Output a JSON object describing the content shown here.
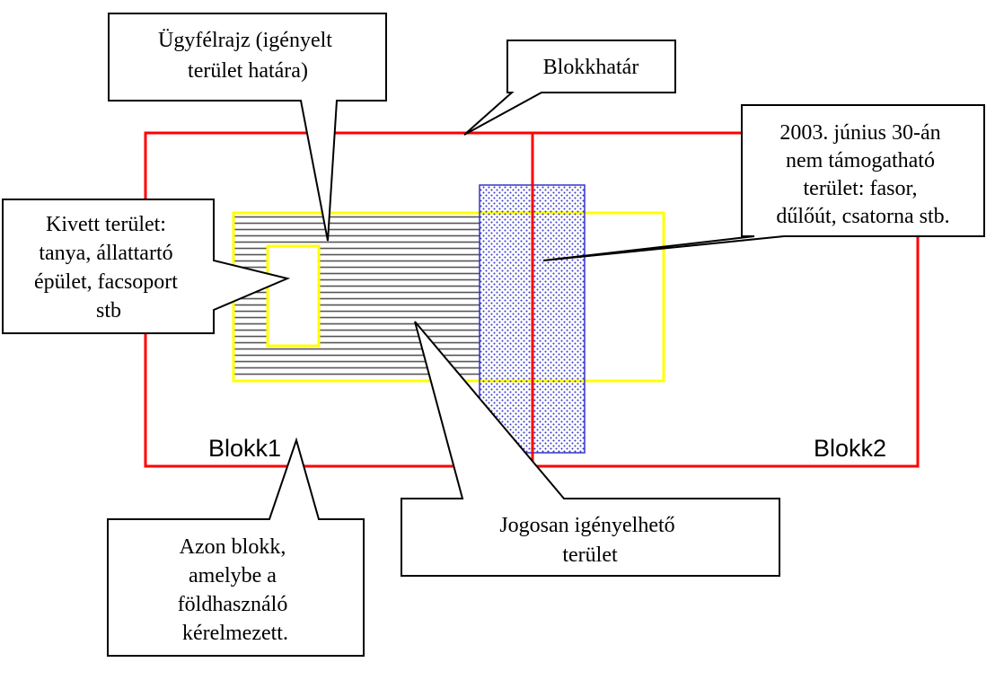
{
  "colors": {
    "block_border": "#ff0000",
    "parcel_border": "#ffff00",
    "non_supported_area": "#3333cc",
    "hatch": "#555555",
    "callout_border": "#000000"
  },
  "block_labels": {
    "block1": "Blokk1",
    "block2": "Blokk2"
  },
  "callouts": {
    "customer_drawing": [
      "Ügyfélrajz  (igényelt",
      "terület határa)"
    ],
    "block_boundary": [
      "Blokkhatár"
    ],
    "non_supported": [
      "2003. június 30-án",
      "nem támogatható",
      "terület: fasor,",
      "dűlőút, csatorna stb."
    ],
    "excluded_area": [
      "Kivett terület:",
      "tanya, állattartó",
      "épület, facsoport",
      "stb"
    ],
    "eligible_area": [
      "Jogosan igényelhető",
      "terület"
    ],
    "requested_block": [
      "Azon blokk,",
      "amelybe a",
      "földhasználó",
      "kérelmezett."
    ]
  }
}
